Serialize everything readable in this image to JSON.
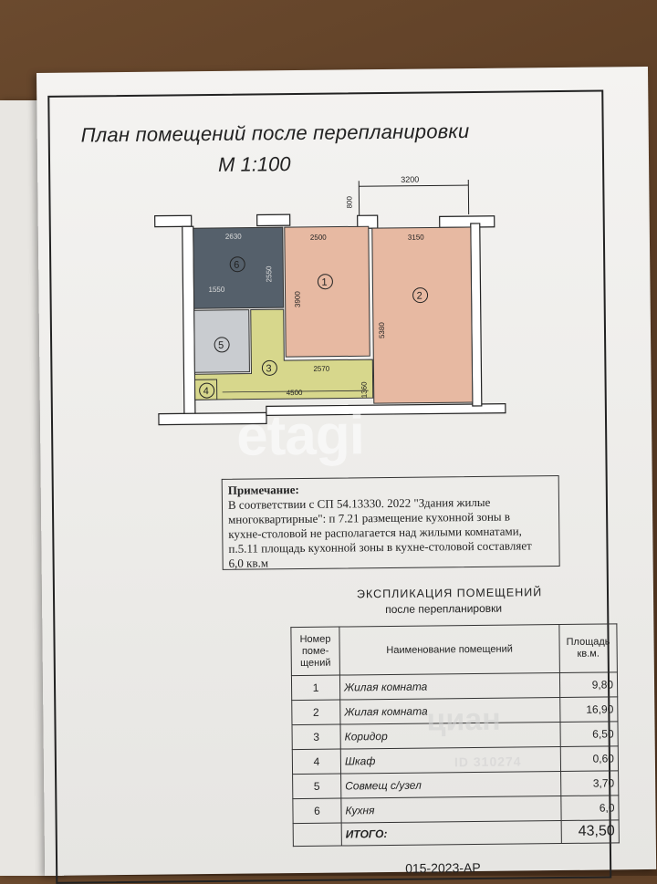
{
  "document": {
    "title": "План помещений после перепланировки",
    "scale": "М 1:100",
    "watermark": "etagi",
    "plan": {
      "dims": {
        "top_width": "3200",
        "balcony_depth": "800",
        "room6_width": "2630",
        "room1_width": "2500",
        "room2_width": "3150",
        "room6_depth": "2550",
        "room1_depth": "3900",
        "room2_depth": "5380",
        "bath_width": "1550",
        "corridor_width": "2570",
        "corridor_depth": "1360",
        "hall_width": "4500"
      },
      "room_numbers": [
        "1",
        "2",
        "3",
        "4",
        "5",
        "6"
      ],
      "colors": {
        "room_living": "#e7b9a2",
        "corridor": "#d7d78c",
        "kitchen": "#55606b",
        "bath": "#c9ccd0",
        "wall": "#ffffff"
      }
    },
    "note": {
      "title": "Примечание:",
      "line1": "В соответствии с СП 54.13330. 2022 \"Здания жилые",
      "line2": "многоквартирные\": п 7.21 размещение кухонной зоны в",
      "line3": "кухне-столовой не располагается над жилыми комнатами,",
      "line4": "п.5.11 площадь кухонной зоны в кухне-столовой составляет",
      "line5": "6,0 кв.м"
    },
    "explication": {
      "title": "ЭКСПЛИКАЦИЯ   ПОМЕЩЕНИЙ",
      "subtitle": "после перепланировки",
      "headers": {
        "number": "Номер поме- щений",
        "name": "Наименование помещений",
        "area": "Площадь кв.м."
      },
      "rows": [
        {
          "number": "1",
          "name": "Жилая комната",
          "area": "9,80"
        },
        {
          "number": "2",
          "name": "Жилая комната",
          "area": "16,90"
        },
        {
          "number": "3",
          "name": "Коридор",
          "area": "6,50"
        },
        {
          "number": "4",
          "name": "Шкаф",
          "area": "0,60"
        },
        {
          "number": "5",
          "name": "Совмещ с/узел",
          "area": "3,70"
        },
        {
          "number": "6",
          "name": "Кухня",
          "area": "6,0"
        }
      ],
      "total_label": "ИТОГО:",
      "total_value": "43,50"
    },
    "code": "015-2023-АР",
    "cian_watermark": "циан",
    "cian_id": "ID 310274"
  }
}
